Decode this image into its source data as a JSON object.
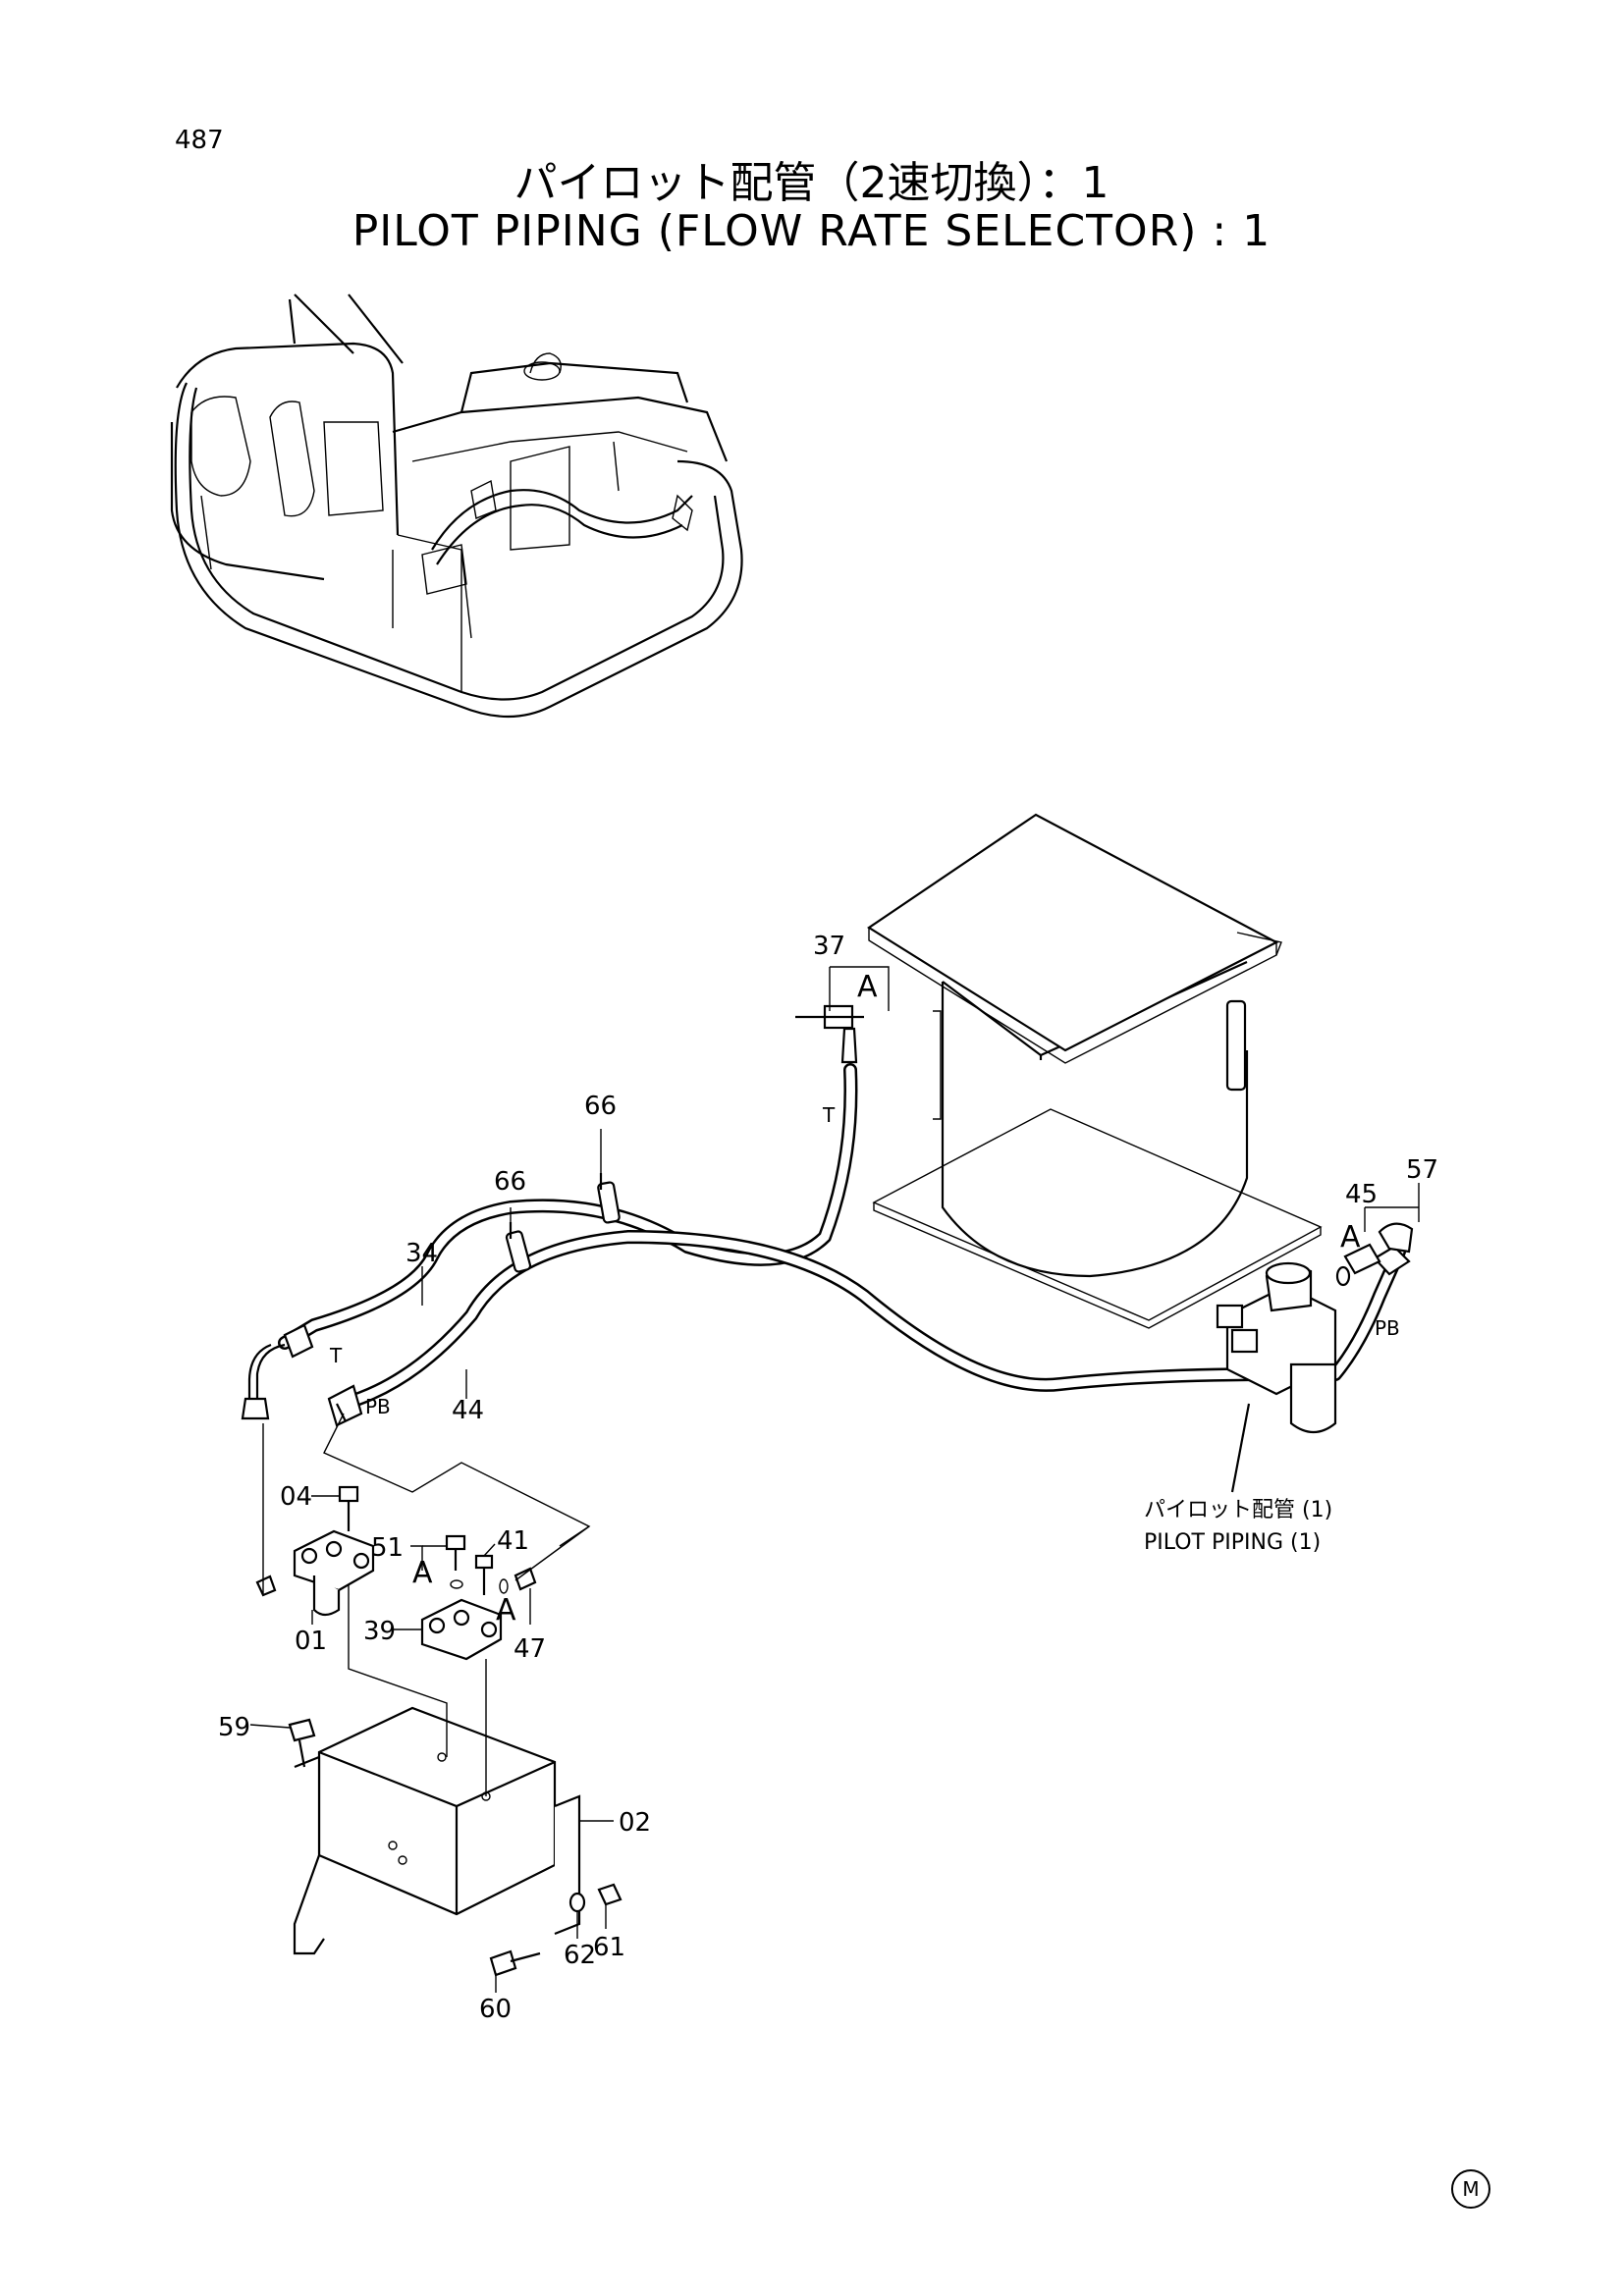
{
  "page_number": "487",
  "title_jp": "パイロット配管（2速切換）：1",
  "title_en": "PILOT PIPING (FLOW RATE SELECTOR) : 1",
  "reference_label_jp": "パイロット配管 (1)",
  "reference_label_en": "PILOT PIPING (1)",
  "corner_mark": "M",
  "callouts": {
    "c37": "37",
    "c66a": "66",
    "c66b": "66",
    "c34": "34",
    "c44": "44",
    "c45": "45",
    "c57": "57",
    "c04": "04",
    "c51": "51",
    "c41": "41",
    "c39": "39",
    "c01": "01",
    "c47": "47",
    "c59": "59",
    "c02": "02",
    "c61": "61",
    "c62": "62",
    "c60": "60"
  },
  "port_labels": {
    "t1": "T",
    "t2": "T",
    "pb1": "PB",
    "pb2": "PB"
  },
  "detail_marks": {
    "a1": "A",
    "a2": "A",
    "a3": "A",
    "a4": "A"
  }
}
